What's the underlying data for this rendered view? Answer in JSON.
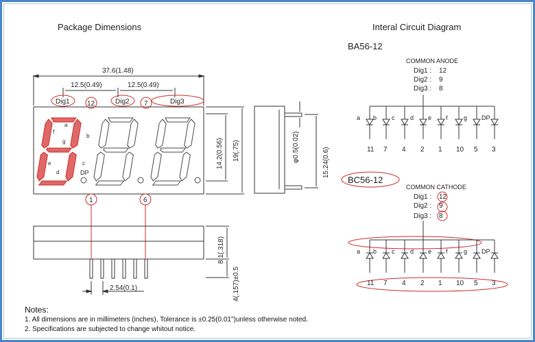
{
  "titles": {
    "package": "Package  Dimensions",
    "circuit": "Interal Circuit Diagram"
  },
  "package": {
    "overall_width": "37.6(1.48)",
    "pitch_left": "12.5(0.49)",
    "pitch_right": "12.5(0.49)",
    "digit_height": "14.2(0.56)",
    "body_height": "19(.75)",
    "side_pin_dim": "φ0.5(0.02)",
    "side_height": "15.24(0.6)",
    "pin_pitch": "2.54(0.1)",
    "body_depth": "8.1(.318)",
    "pin_length": "4(.157)±0.5",
    "dp_label": "DP",
    "pin_marker_1": "1",
    "pin_marker_6": "6",
    "bubbles": [
      {
        "label": "Dig1",
        "shape": "ellipse"
      },
      {
        "label": "12",
        "shape": "circle"
      },
      {
        "label": "Dig2",
        "shape": "ellipse"
      },
      {
        "label": "7",
        "shape": "circle"
      },
      {
        "label": "Dig3",
        "shape": "ellipse"
      }
    ],
    "segment_labels": [
      "a",
      "b",
      "c",
      "d",
      "e",
      "f",
      "g"
    ]
  },
  "anode": {
    "part": "BA56-12",
    "title": "COMMON  ANODE",
    "digits": [
      {
        "label": "Dig1 :",
        "pin": "12"
      },
      {
        "label": "Dig2 :",
        "pin": "9"
      },
      {
        "label": "Dig3 :",
        "pin": "8"
      }
    ],
    "segments": [
      "a",
      "b",
      "c",
      "d",
      "e",
      "f",
      "g",
      "DP"
    ],
    "pins": [
      "11",
      "7",
      "4",
      "2",
      "1",
      "10",
      "5",
      "3"
    ]
  },
  "cathode": {
    "part": "BC56-12",
    "title": "COMMON  CATHODE",
    "digits": [
      {
        "label": "Dig1 :",
        "pin": "12"
      },
      {
        "label": "Dig2 :",
        "pin": "9"
      },
      {
        "label": "Dig3 :",
        "pin": "8"
      }
    ],
    "segments": [
      "a",
      "b",
      "c",
      "d",
      "e",
      "f",
      "g",
      "DP"
    ],
    "pins": [
      "11",
      "7",
      "4",
      "2",
      "1",
      "10",
      "5",
      "3"
    ]
  },
  "notes": {
    "heading": "Notes:",
    "line1": "1. All dimensions are in millimeters (inches), Tolerance is  ±0.25(0.01\")unless otherwise noted.",
    "line2": "2. Specifications are subjected to change whitout notice."
  },
  "colors": {
    "highlight": "#cc2a2a",
    "line": "#333333",
    "segment_fill": "#e06868",
    "frame": "#4a86c8"
  }
}
